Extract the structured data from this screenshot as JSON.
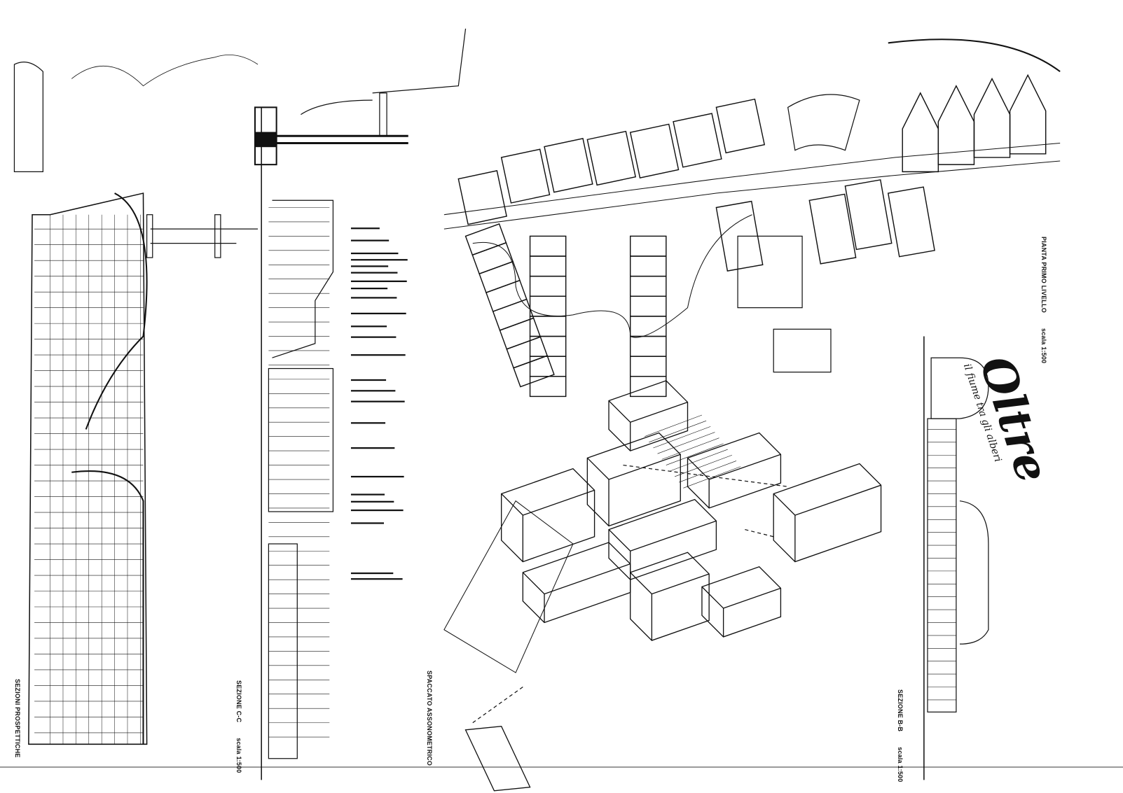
{
  "titles": {
    "sections": "SEZIONI PROSPETTICHE",
    "section_cc": "SEZIONE C-C",
    "section_cc_scale": "scala 1:500",
    "axonometric": "SPACCATO ASSONOMETRICO",
    "section_bb": "SEZIONE B-B",
    "section_bb_scale": "scala 1:500",
    "plan": "PIANTA PRIMO LIVELLO",
    "plan_scale": "scala 1:500"
  },
  "logo": {
    "name": "Oltre",
    "tagline": "il fiume tra gli alberi"
  },
  "colors": {
    "ink": "#111111",
    "paper": "#ffffff",
    "rule": "#9a9a9a"
  }
}
